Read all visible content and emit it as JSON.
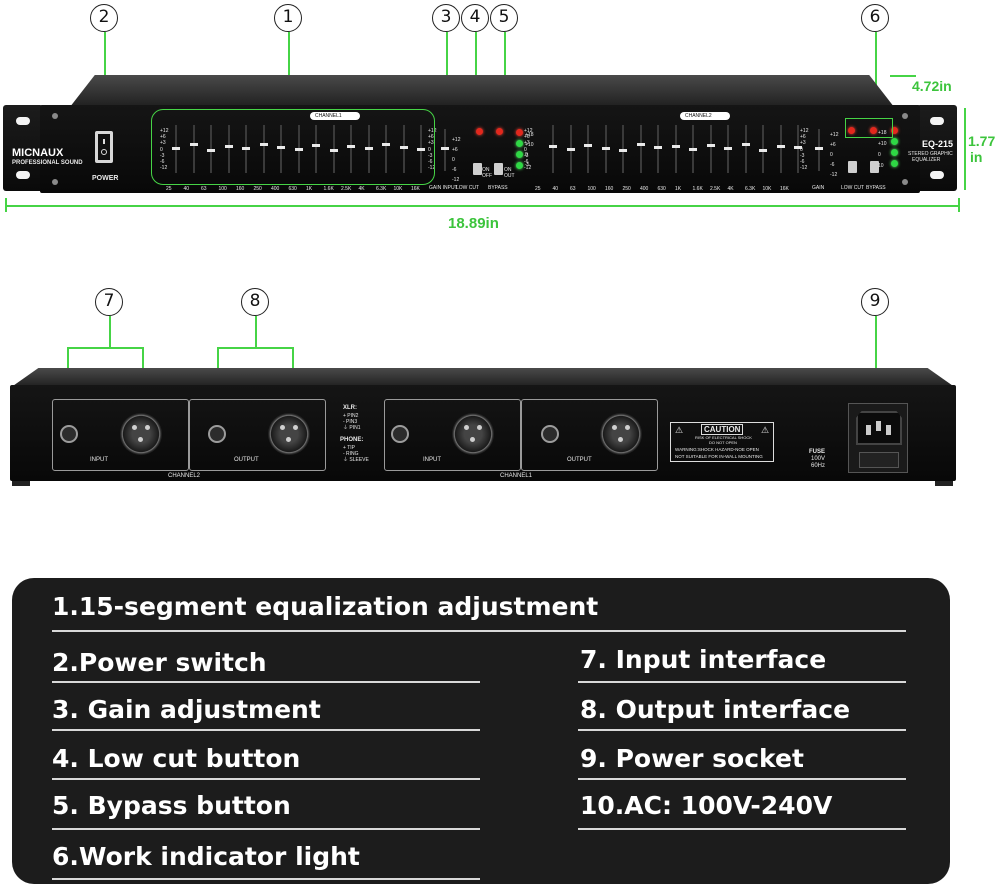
{
  "callouts": [
    "1",
    "2",
    "3",
    "4",
    "5",
    "6",
    "7",
    "8",
    "9"
  ],
  "dimensions": {
    "depth": "4.72in",
    "height_value": "1.77",
    "height_unit": "in",
    "width": "18.89in"
  },
  "front_panel": {
    "brand": "MICNAUX",
    "brand_sub": "PROFESSIONAL SOUND",
    "power_label": "POWER",
    "channel1_label": "CHANNEL1",
    "channel2_label": "CHANNEL2",
    "model": "EQ-215",
    "model_sub1": "STEREO GRAPHIC",
    "model_sub2": "EQUALIZER",
    "frequencies": [
      "25",
      "40",
      "63",
      "100",
      "160",
      "250",
      "400",
      "630",
      "1K",
      "1.6K",
      "2.5K",
      "4K",
      "6.3K",
      "10K",
      "16K"
    ],
    "db_scale": [
      "+12",
      "+6",
      "+3",
      "0",
      "-3",
      "-6",
      "-12"
    ],
    "gain_scale": [
      "+12",
      "+6",
      "0",
      "-6",
      "-12"
    ],
    "meter_scale": [
      "+18",
      "+10",
      "0",
      "-5",
      "-10"
    ],
    "meter_scale2": [
      "+18",
      "+10",
      "0",
      "10"
    ],
    "gain_input": "GAIN INPUT",
    "gain": "GAIN",
    "low_cut": "LOW CUT",
    "bypass": "BYPASS",
    "on": "ON",
    "off": "OFF",
    "out": "OUT"
  },
  "rear_panel": {
    "input": "INPUT",
    "output": "OUTPUT",
    "channel2": "CHANNEL2",
    "channel1": "CHANNEL1",
    "xlr": "XLR:",
    "xlr_pins": [
      "+ PIN2",
      "- PIN3",
      "⏚ PIN1"
    ],
    "phone": "PHONE:",
    "phone_pins": [
      "+ TIP",
      "- RING",
      "⏚ SLEEVE"
    ],
    "caution": "CAUTION",
    "caution_line1": "RISK OF ELECTRICAL SHOCK",
    "caution_line2": "DO NOT OPEN",
    "warning_line1": "WARNING:SHOCK HAZARD-NOE OPEN",
    "warning_line2": "NOT SUITABLE FOR IN-WALL MOUNTING",
    "fuse": "FUSE",
    "fuse_v": "100V",
    "fuse_hz": "60Hz"
  },
  "specs": {
    "s1": "1.15-segment equalization adjustment",
    "s2": "2.Power switch",
    "s3": "3. Gain adjustment",
    "s4": "4. Low cut button",
    "s5": "5. Bypass button",
    "s6": "6.Work indicator light",
    "s7": "7. Input interface",
    "s8": "8. Output interface",
    "s9": "9. Power socket",
    "s10": "10.AC: 100V-240V"
  }
}
